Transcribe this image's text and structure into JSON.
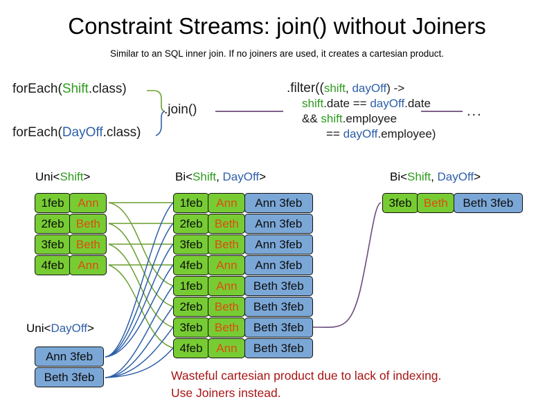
{
  "header": {
    "title": "Constraint Streams: join() without Joiners",
    "subtitle": "Similar to an SQL inner join. If no joiners are used, it creates a cartesian product."
  },
  "code": {
    "foreach_shift": {
      "prefix": "forEach(",
      "type": "Shift",
      "suffix": ".class)"
    },
    "foreach_dayoff": {
      "prefix": "forEach(",
      "type": "DayOff",
      "suffix": ".class)"
    },
    "join_label": ".join()",
    "ellipsis": "...",
    "filter": {
      "line1_a": ".filter((",
      "line1_shift": "shift",
      "line1_comma": ", ",
      "line1_dayoff": "dayOff",
      "line1_b": ") ->",
      "line2_shift": "shift",
      "line2_mid": ".date == ",
      "line2_dayoff": "dayOff",
      "line2_end": ".date",
      "line3_a": "&& ",
      "line3_shift": "shift",
      "line3_end": ".employee",
      "line4_a": "== ",
      "line4_dayoff": "dayOff",
      "line4_end": ".employee)"
    }
  },
  "captions": {
    "uni_shift": {
      "prefix": "Uni<",
      "type": "Shift",
      "suffix": ">"
    },
    "bi_middle": {
      "prefix": "Bi<",
      "type1": "Shift",
      "comma": ", ",
      "type2": "DayOff",
      "suffix": ">"
    },
    "bi_right": {
      "prefix": "Bi<",
      "type1": "Shift",
      "comma": ", ",
      "type2": "DayOff",
      "suffix": ">"
    },
    "uni_dayoff": {
      "prefix": "Uni<",
      "type": "DayOff",
      "suffix": ">"
    }
  },
  "uni_shift_rows": [
    {
      "date": "1feb",
      "name": "Ann"
    },
    {
      "date": "2feb",
      "name": "Beth"
    },
    {
      "date": "3feb",
      "name": "Beth"
    },
    {
      "date": "4feb",
      "name": "Ann"
    }
  ],
  "uni_dayoff_rows": [
    {
      "pair": "Ann 3feb"
    },
    {
      "pair": "Beth 3feb"
    }
  ],
  "bi_middle_rows": [
    {
      "date": "1feb",
      "name": "Ann",
      "pair": "Ann 3feb"
    },
    {
      "date": "2feb",
      "name": "Beth",
      "pair": "Ann 3feb"
    },
    {
      "date": "3feb",
      "name": "Beth",
      "pair": "Ann 3feb"
    },
    {
      "date": "4feb",
      "name": "Ann",
      "pair": "Ann 3feb"
    },
    {
      "date": "1feb",
      "name": "Ann",
      "pair": "Beth 3feb"
    },
    {
      "date": "2feb",
      "name": "Beth",
      "pair": "Beth 3feb"
    },
    {
      "date": "3feb",
      "name": "Beth",
      "pair": "Beth 3feb"
    },
    {
      "date": "4feb",
      "name": "Ann",
      "pair": "Beth 3feb"
    }
  ],
  "bi_right_rows": [
    {
      "date": "3feb",
      "name": "Beth",
      "pair": "Beth 3feb"
    }
  ],
  "warning": {
    "line1": "Wasteful cartesian product due to lack of indexing.",
    "line2": "Use Joiners instead."
  },
  "colors": {
    "shift_green": "#77cc33",
    "dayoff_blue": "#7ba7d7",
    "shift_text": "#2c9b1c",
    "dayoff_text": "#2d5fa8",
    "name_orange": "#dd4b10",
    "warning_red": "#a81414",
    "connector_purple": "#6b4a7a",
    "edge_green": "#6a9e2f",
    "edge_blue": "#2d5fa8"
  }
}
